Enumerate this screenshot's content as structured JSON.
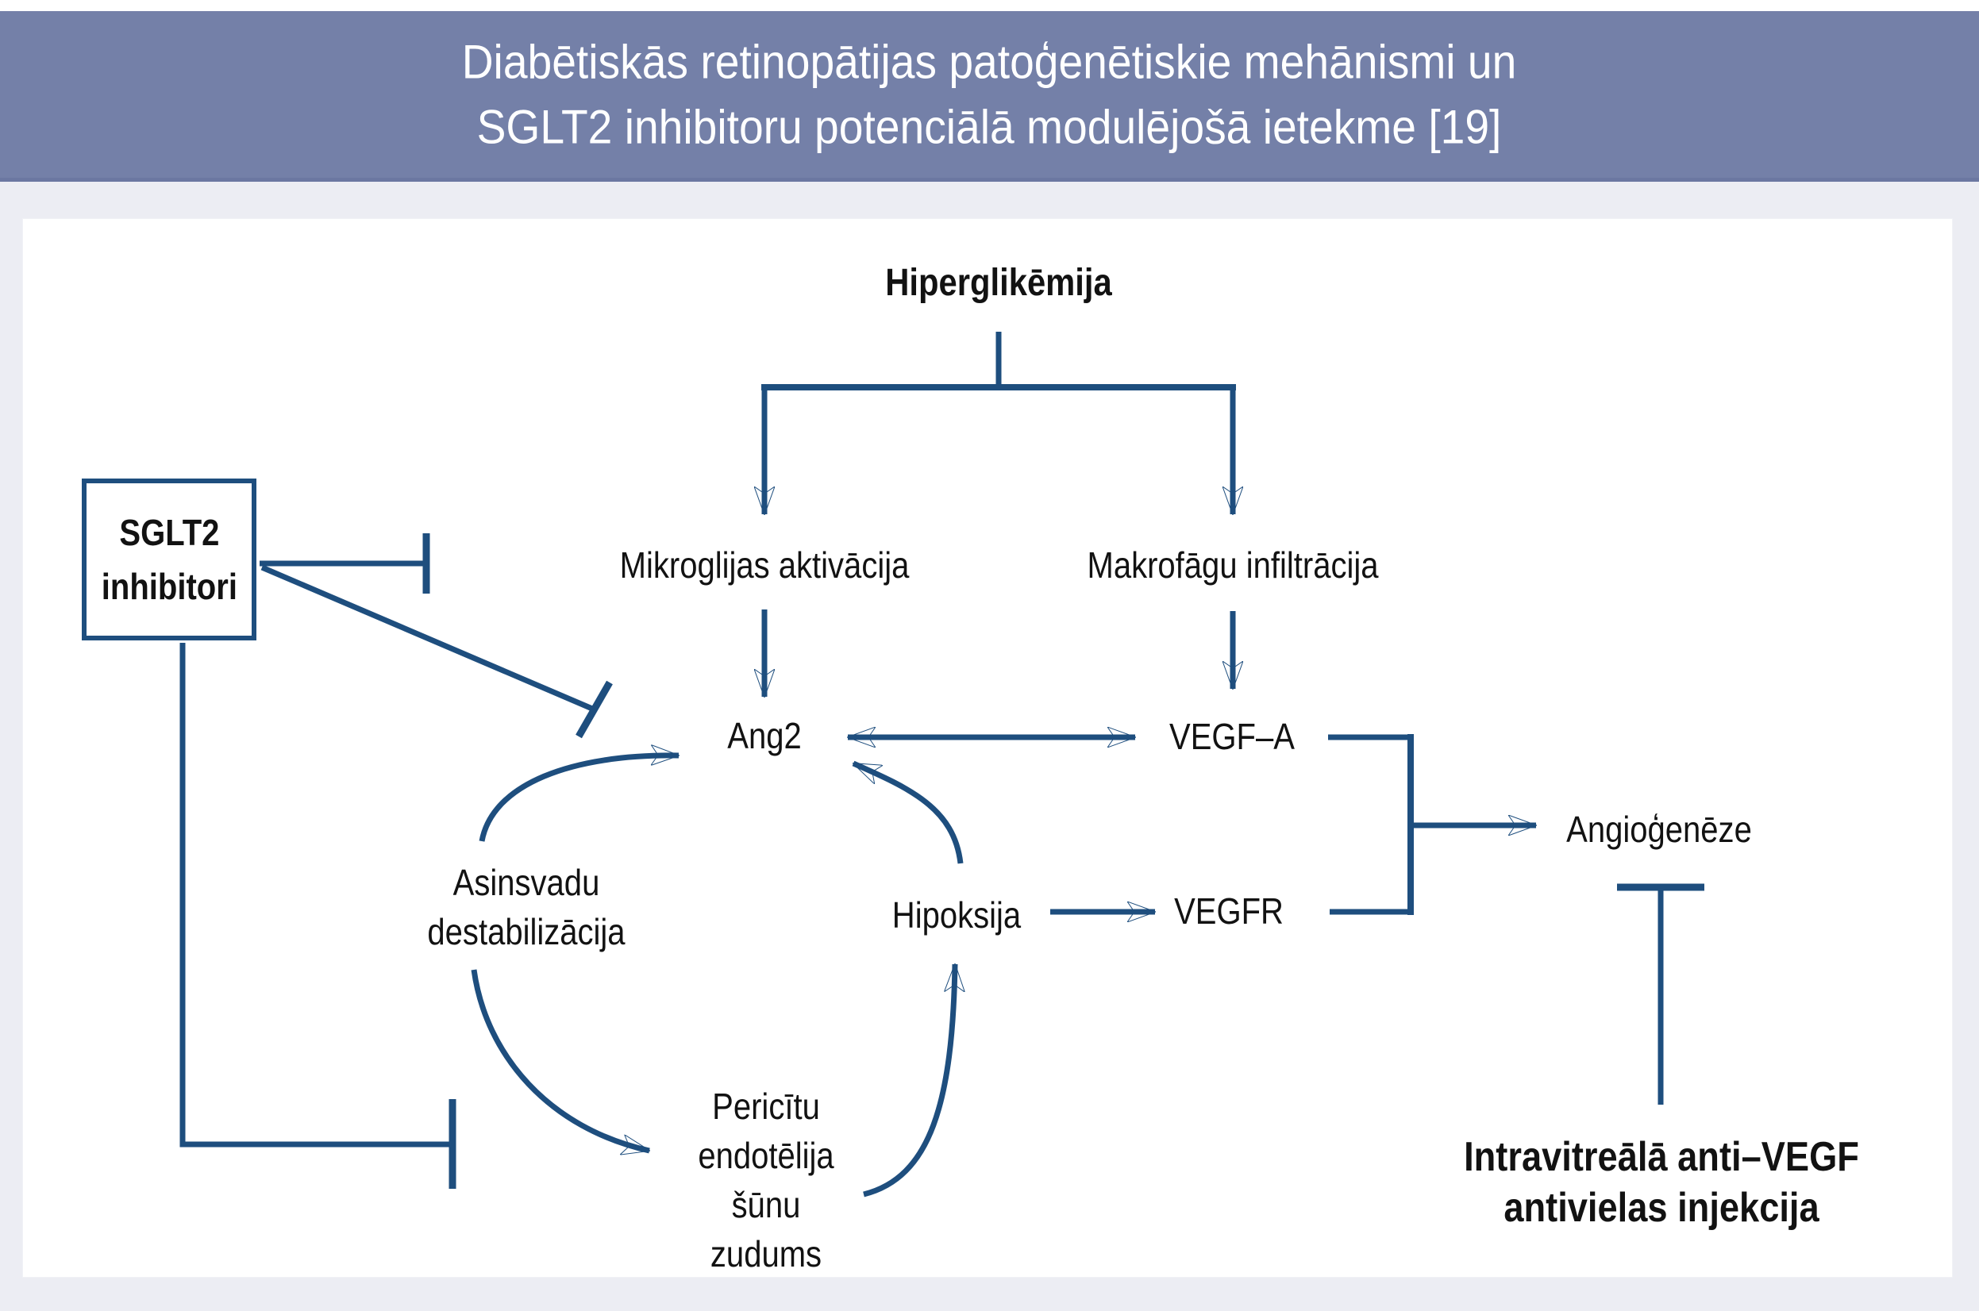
{
  "header": {
    "title_line1": "Diabētiskās retinopātijas patoģenētiskie mehānismi un",
    "title_line2": "SGLT2 inhibitoru potenciālā modulējošā ietekme [19]"
  },
  "diagram": {
    "nodes": {
      "hyperglycemia": "Hiperglikēmija",
      "sglt2_inhibitors": {
        "line1": "SGLT2",
        "line2": "inhibitori"
      },
      "microglia_activation": "Mikroglijas aktivācija",
      "macrophage_infiltration": "Makrofāgu infiltrācija",
      "ang2": "Ang2",
      "vegf_a": "VEGF–A",
      "angiogenesis": "Angioģenēze",
      "vascular_destabilization": {
        "line1": "Asinsvadu",
        "line2": "destabilizācija"
      },
      "hypoxia": "Hipoksija",
      "vegfr": "VEGFR",
      "pericyte_loss": {
        "line1": "Pericītu",
        "line2": "endotēlija",
        "line3": "šūnu",
        "line4": "zudums"
      },
      "anti_vegf_injection": {
        "line1": "Intravitreālā anti–VEGF",
        "line2": "antivielas injekcija"
      }
    },
    "colors": {
      "arrow_blue": "#1E4E7E",
      "header_bg": "#7480A8",
      "header_edge": "#6B77A1",
      "page_bg": "#ECEDF3",
      "panel_bg": "#FFFFFF",
      "text_black": "#121212",
      "title_white": "#FFFFFF"
    }
  }
}
